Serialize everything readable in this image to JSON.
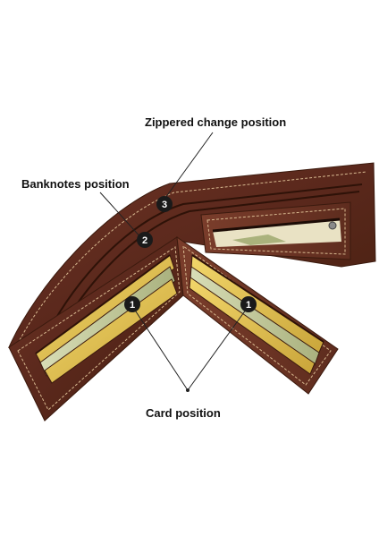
{
  "labels": {
    "zippered": "Zippered change position",
    "banknotes": "Banknotes position",
    "card": "Card position"
  },
  "markers": [
    "1",
    "1",
    "2",
    "3"
  ]
}
